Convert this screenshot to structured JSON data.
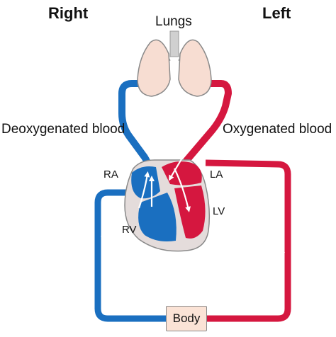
{
  "labels": {
    "right": "Right",
    "left": "Left",
    "lungs": "Lungs",
    "deoxygenated": "Deoxygenated blood",
    "oxygenated": "Oxygenated blood",
    "ra": "RA",
    "rv": "RV",
    "la": "LA",
    "lv": "LV",
    "body": "Body"
  },
  "colors": {
    "deoxygenated": "#1a6fc0",
    "oxygenated": "#d5173f",
    "lungs": "#f7ddd2",
    "heart_outline": "#e4dcdb",
    "body_box": "#fbe3d6"
  }
}
